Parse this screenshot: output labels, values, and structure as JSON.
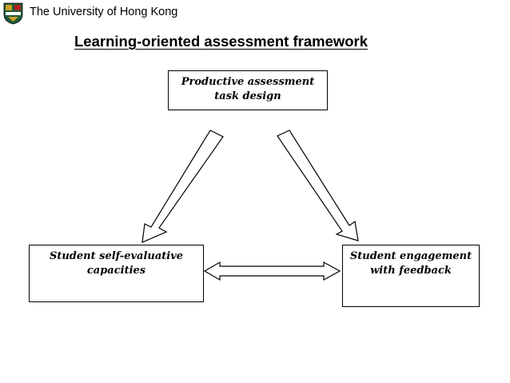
{
  "header": {
    "university": "The University of Hong Kong",
    "logo_icon": "university-crest-icon"
  },
  "title": "Learning-oriented assessment framework",
  "diagram": {
    "top_box": {
      "line1": "Productive assessment",
      "line2": "task design"
    },
    "left_box": {
      "line1": "Student self-evaluative",
      "line2": "capacities"
    },
    "right_box": {
      "line1": "Student engagement",
      "line2": "with feedback"
    }
  }
}
